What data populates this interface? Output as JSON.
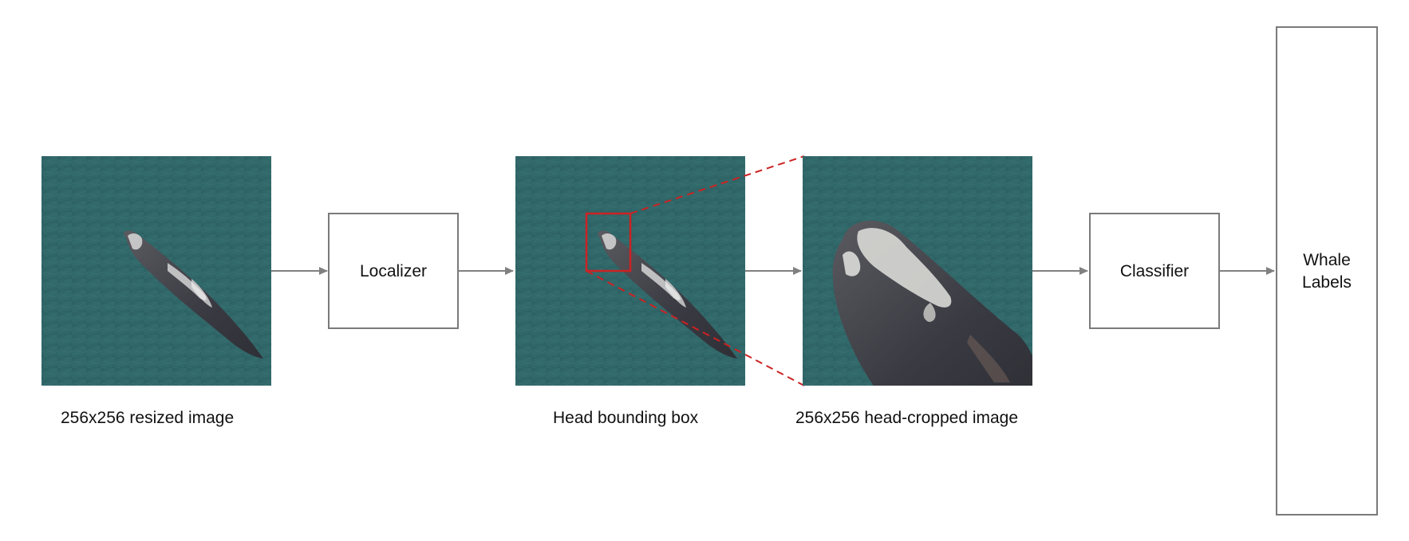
{
  "stages": {
    "localizer": {
      "label": "Localizer"
    },
    "classifier": {
      "label": "Classifier"
    },
    "output": {
      "line1": "Whale",
      "line2": "Labels"
    }
  },
  "captions": {
    "input_image": "256x256 resized image",
    "bounding_box": "Head bounding box",
    "cropped_image": "256x256 head-cropped image"
  },
  "colors": {
    "water": "#2f6666",
    "arrow": "#808080",
    "box_stroke": "#7a7a7a",
    "highlight": "#cc2222"
  }
}
